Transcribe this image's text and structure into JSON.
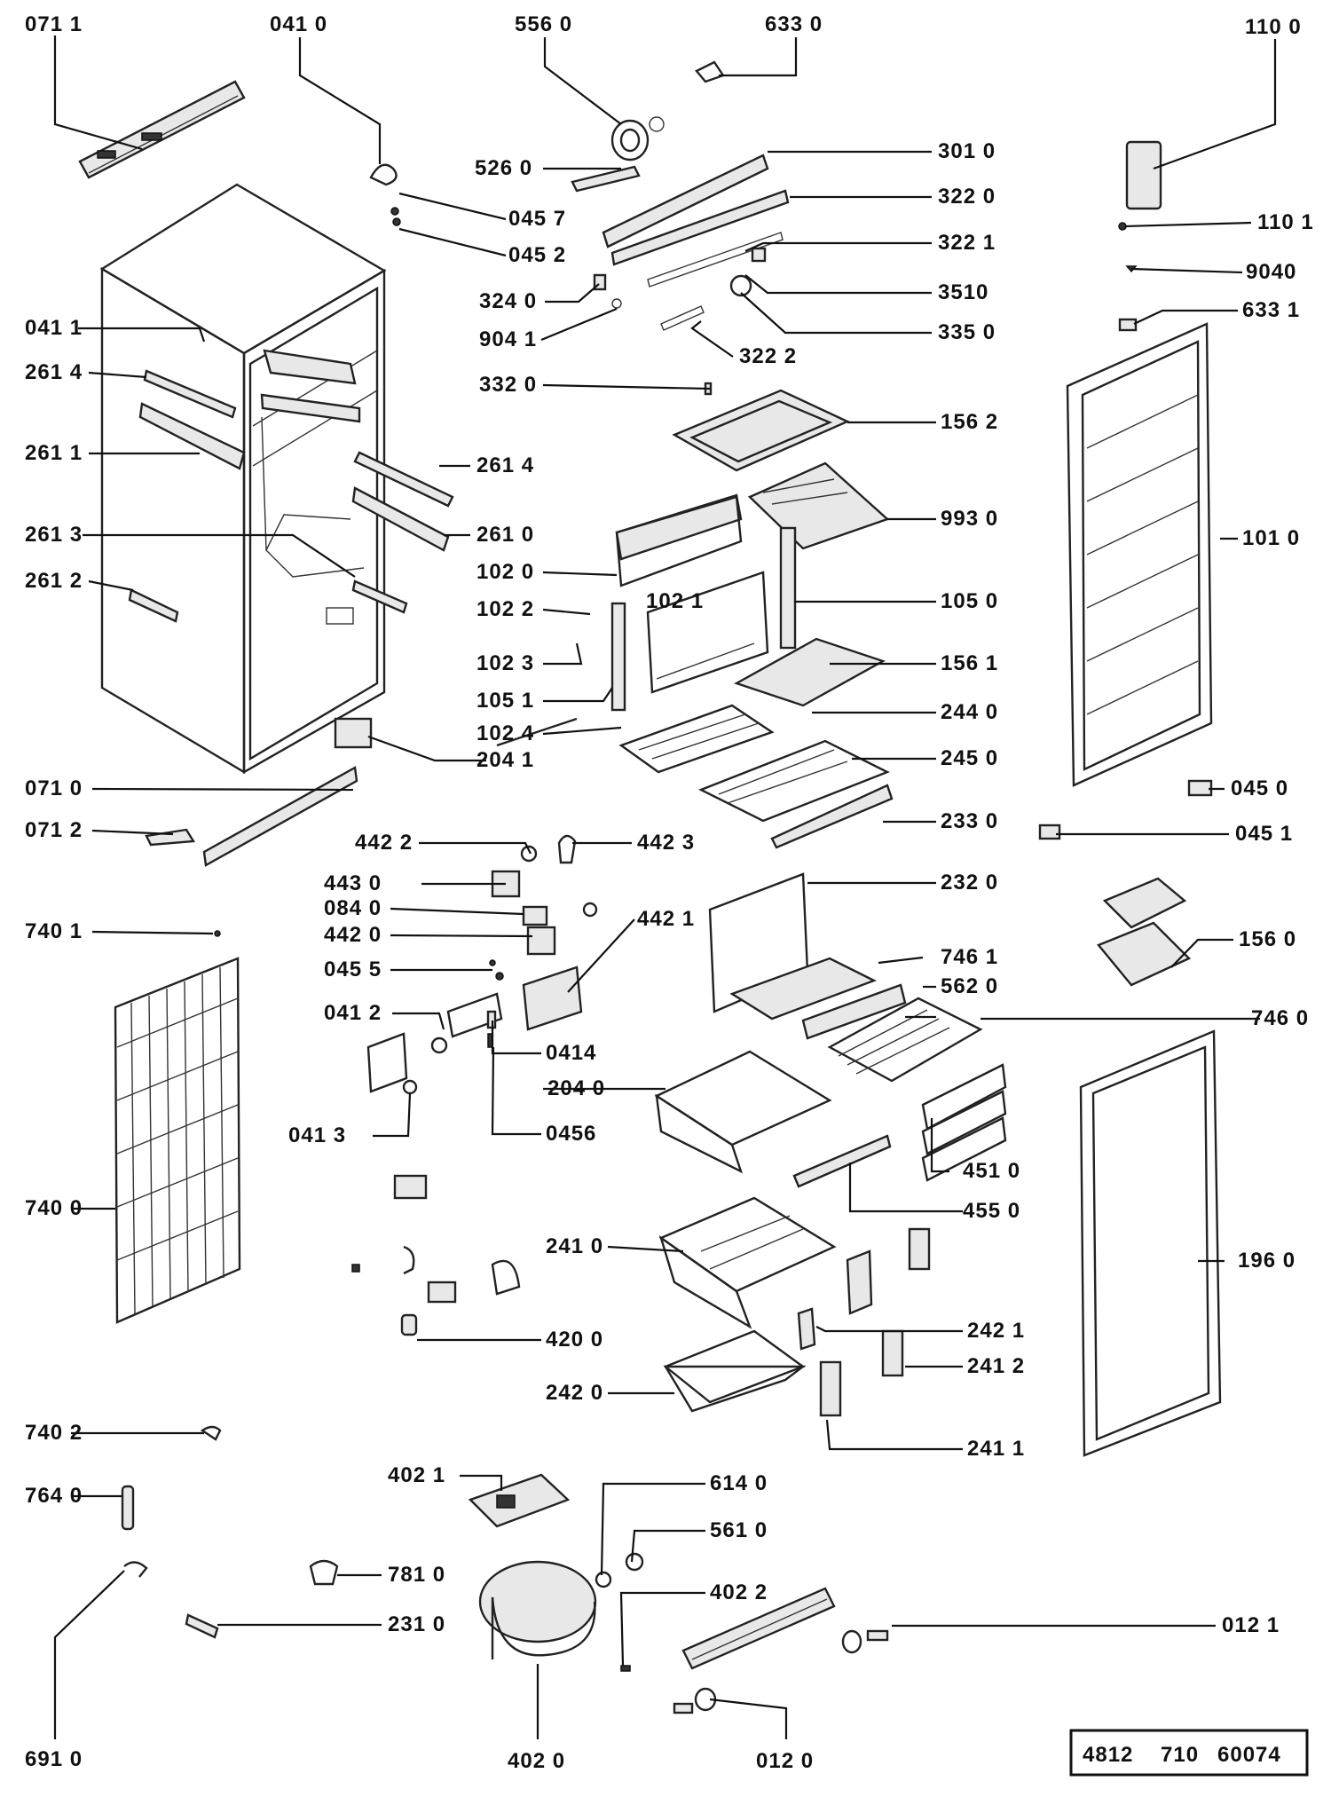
{
  "labels": {
    "l0711": "071 1",
    "l0410": "041 0",
    "l5560": "556 0",
    "l6330": "633 0",
    "l1100": "110 0",
    "l5260": "526 0",
    "l3010": "301 0",
    "l3220": "322 0",
    "l0457": "045 7",
    "l1101": "110 1",
    "l0452": "045 2",
    "l3221": "322 1",
    "l9040": "9040",
    "l3240": "324 0",
    "l3510": "3510",
    "l0411": "041 1",
    "l9041": "904 1",
    "l3350": "335 0",
    "l6331": "633 1",
    "l3222": "322 2",
    "l2614a": "261 4",
    "l3320": "332 0",
    "l1562": "156 2",
    "l2611": "261 1",
    "l2614b": "261 4",
    "l9930": "993 0",
    "l2613": "261 3",
    "l2610": "261 0",
    "l1010": "101 0",
    "l1020": "102 0",
    "l2612": "261 2",
    "l1022": "102 2",
    "l1021": "102 1",
    "l1050": "105 0",
    "l1023": "102 3",
    "l1561": "156 1",
    "l1051": "105 1",
    "l2440": "244 0",
    "l1024": "102 4",
    "l2041": "204 1",
    "l2450": "245 0",
    "l0710": "071 0",
    "l0450": "045 0",
    "l2330": "233 0",
    "l0712": "071 2",
    "l0451": "045 1",
    "l4422": "442 2",
    "l4423": "442 3",
    "l4430": "443 0",
    "l2320": "232 0",
    "l0840": "084 0",
    "l7401": "740 1",
    "l4420": "442 0",
    "l4421": "442 1",
    "l1560": "156 0",
    "l0455": "045 5",
    "l7461": "746 1",
    "l5620": "562 0",
    "l0412": "041 2",
    "l7460": "746 0",
    "l0414": "0414",
    "l2040": "204 0",
    "l0456": "0456",
    "l0413": "041 3",
    "l4510": "451 0",
    "l7400": "740 0",
    "l4550": "455 0",
    "l2410": "241 0",
    "l1960": "196 0",
    "l4200": "420 0",
    "l2421": "242 1",
    "l2412": "241 2",
    "l2420": "242 0",
    "l2411": "241 1",
    "l7402": "740 2",
    "l4021": "402 1",
    "l6140": "614 0",
    "l7640": "764 0",
    "l5610": "561 0",
    "l7810": "781 0",
    "l4022": "402 2",
    "l2310": "231 0",
    "l0121": "012 1",
    "l6910": "691 0",
    "l4020": "402 0",
    "l0120": "012 0"
  },
  "drawing_code": [
    "4812",
    "710",
    "60074"
  ]
}
